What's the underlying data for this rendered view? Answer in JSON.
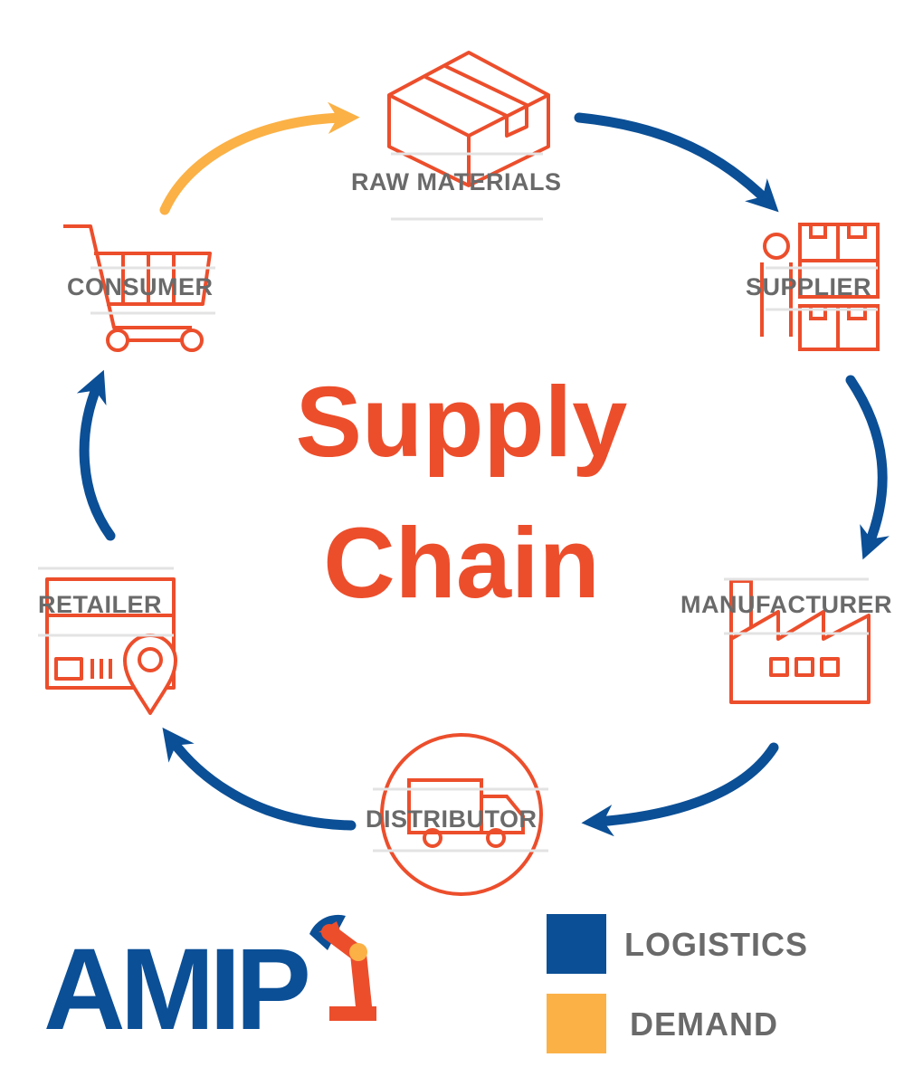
{
  "title": {
    "line1": "Supply",
    "line2": "Chain"
  },
  "nodes": {
    "raw_materials": "RAW MATERIALS",
    "supplier": "SUPPLIER",
    "manufacturer": "MANUFACTURER",
    "distributor": "DISTRIBUTOR",
    "retailer": "RETAILER",
    "consumer": "CONSUMER"
  },
  "legend": [
    {
      "label": "LOGISTICS",
      "color": "#0b4f96"
    },
    {
      "label": "DEMAND",
      "color": "#fbb146"
    }
  ],
  "logo": {
    "text": "AMIP"
  },
  "colors": {
    "icon": "#ec4e2c",
    "logistics": "#0b4f96",
    "demand": "#fbb146",
    "label": "#6a6a6a"
  }
}
